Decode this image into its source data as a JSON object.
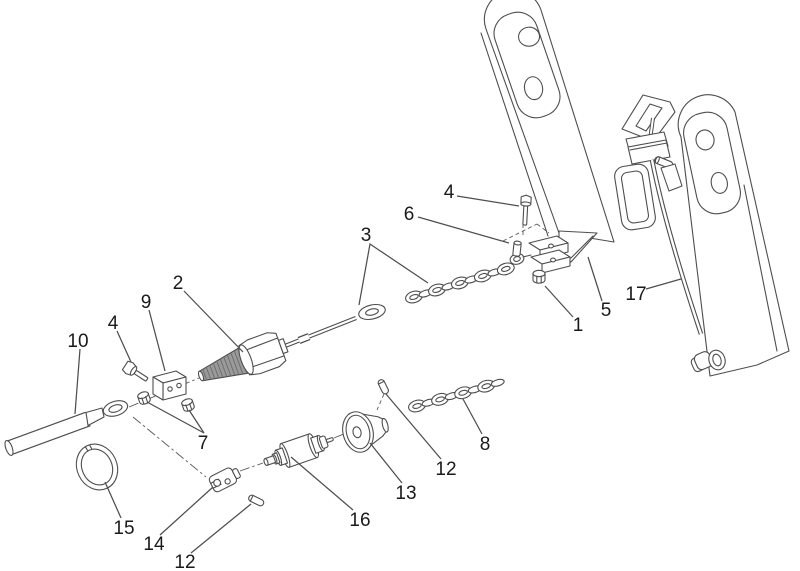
{
  "diagram": {
    "background_color": "#ffffff",
    "line_color": "#4e4e4e",
    "text_color": "#1a1a1a",
    "callouts": [
      {
        "label": "1"
      },
      {
        "label": "2"
      },
      {
        "label": "3"
      },
      {
        "label": "4"
      },
      {
        "label": "4"
      },
      {
        "label": "5"
      },
      {
        "label": "6"
      },
      {
        "label": "7"
      },
      {
        "label": "8"
      },
      {
        "label": "9"
      },
      {
        "label": "10"
      },
      {
        "label": "12"
      },
      {
        "label": "12"
      },
      {
        "label": "13"
      },
      {
        "label": "14"
      },
      {
        "label": "15"
      },
      {
        "label": "16"
      },
      {
        "label": "17"
      }
    ]
  }
}
